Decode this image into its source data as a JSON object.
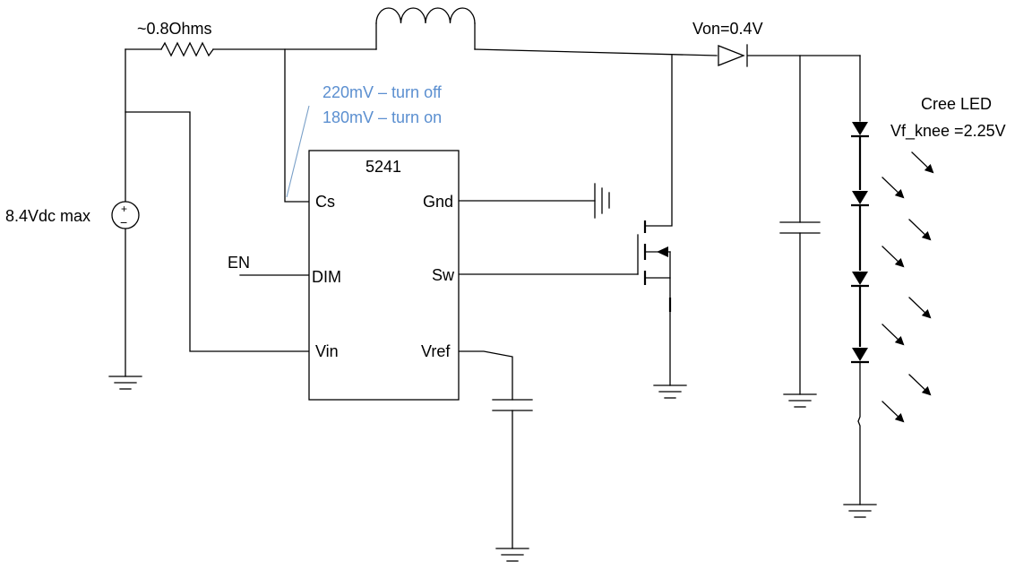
{
  "resistor_label": "~0.8Ohms",
  "diode_label": "Von=0.4V",
  "source_label": "8.4Vdc max",
  "source_plus": "+",
  "source_minus": "−",
  "note_color": "#5b8fd0",
  "notes": [
    "220mV – turn off",
    "180mV – turn on"
  ],
  "ic": {
    "name": "5241",
    "pins": {
      "cs": "Cs",
      "dim": "DIM",
      "vin": "Vin",
      "gnd": "Gnd",
      "sw": "Sw",
      "vref": "Vref"
    }
  },
  "en_label": "EN",
  "led_label_line1": "Cree LED",
  "led_label_line2": "Vf_knee =2.25V"
}
